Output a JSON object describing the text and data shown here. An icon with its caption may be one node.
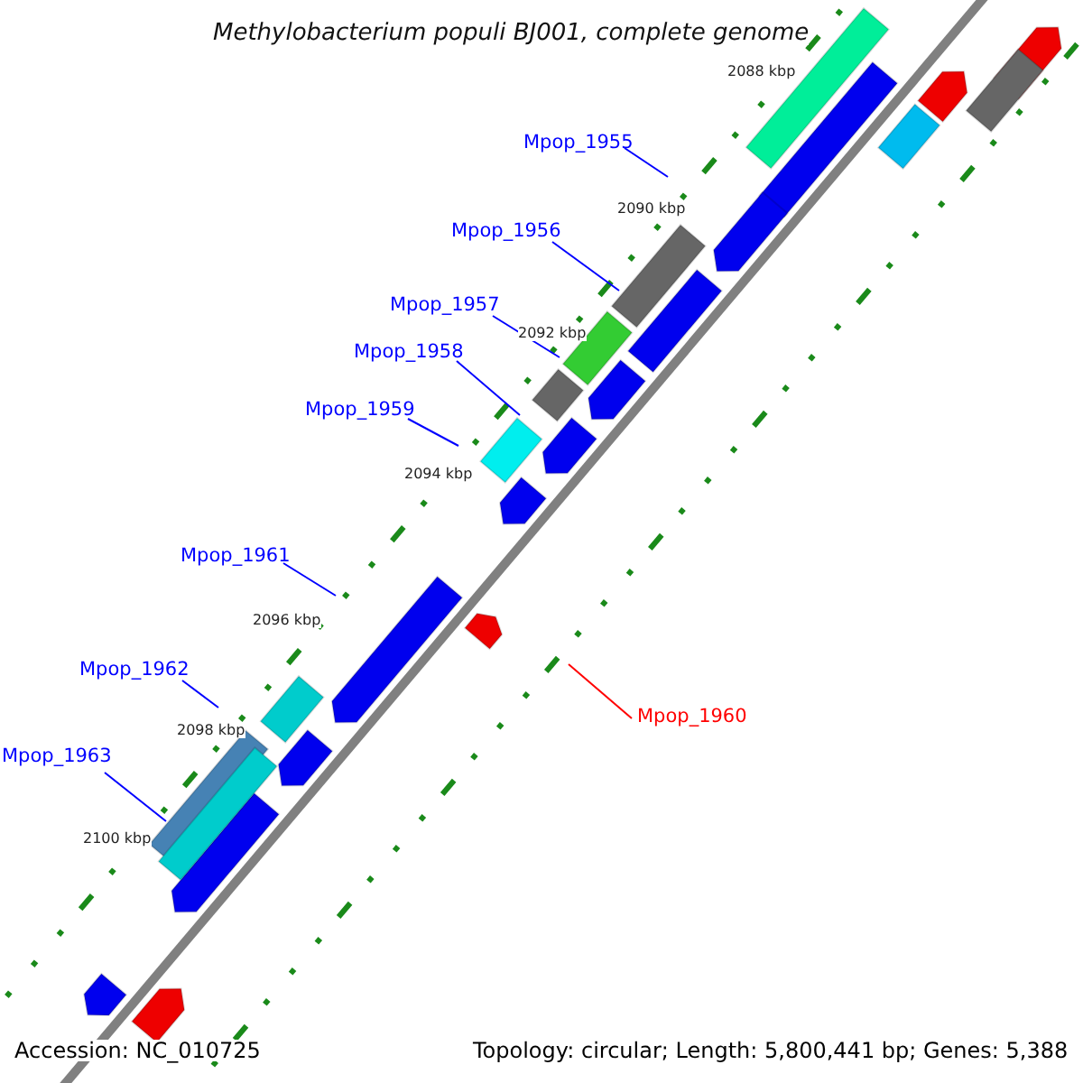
{
  "diagram": {
    "title": "Methylobacterium populi BJ001, complete genome",
    "nodes": [
      {
        "text": [
          "Mpop_1955"
        ]
      },
      {
        "text": [
          "Mpop_1956"
        ]
      },
      {
        "text": [
          "Mpop_1957"
        ]
      },
      {
        "text": [
          "Mpop_1958"
        ]
      },
      {
        "text": [
          "Mpop_1959"
        ]
      },
      {
        "text": [
          "Mpop_1961"
        ]
      },
      {
        "text": [
          "Mpop_1962"
        ]
      },
      {
        "text": [
          "Mpop_1960"
        ]
      },
      {
        "text": [
          "Mpop_1963"
        ]
      }
    ],
    "edges": [
      {
        "from": 0,
        "to": null,
        "arrow": "none"
      },
      {
        "from": 1,
        "to": null,
        "arrow": "none"
      },
      {
        "from": 2,
        "to": null,
        "arrow": "none"
      },
      {
        "from": 3,
        "to": null,
        "arrow": "none"
      },
      {
        "from": 4,
        "to": null,
        "arrow": "none"
      },
      {
        "from": 5,
        "to": null,
        "arrow": "none"
      },
      {
        "from": 6,
        "to": null,
        "arrow": "none"
      },
      {
        "from": 7,
        "to": null,
        "arrow": "none",
        "color": "#ff0000"
      },
      {
        "from": 8,
        "to": null,
        "arrow": "none"
      }
    ],
    "labels": [
      "2088 kbp",
      "2090 kbp",
      "2092 kbp",
      "2094 kbp",
      "2096 kbp",
      "2098 kbp",
      "2100 kbp",
      "Accession: NC_010725",
      "Topology: circular; Length: 5,800,441 bp; Genes: 5,388"
    ]
  }
}
